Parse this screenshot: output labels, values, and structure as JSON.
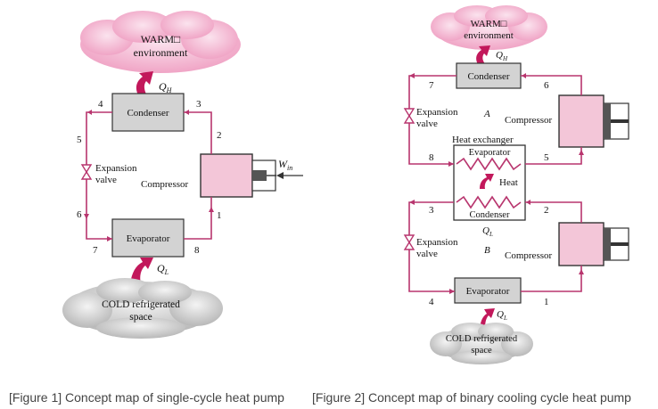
{
  "figure1": {
    "warm_line1": "WARM□",
    "warm_line2": "environment",
    "cold_line1": "COLD refrigerated",
    "cold_line2": "space",
    "qh": "Q",
    "qh_sub": "H",
    "ql": "Q",
    "ql_sub": "L",
    "condenser": "Condenser",
    "evaporator": "Evaporator",
    "compressor": "Compressor",
    "expansion_line1": "Expansion",
    "expansion_line2": "valve",
    "win": "W",
    "win_sub": "in",
    "states": [
      "1",
      "2",
      "3",
      "4",
      "5",
      "6",
      "7",
      "8"
    ],
    "caption": "[Figure 1] Concept map of single-cycle heat pump"
  },
  "figure2": {
    "warm_line1": "WARM□",
    "warm_line2": "environment",
    "cold_line1": "COLD refrigerated",
    "cold_line2": "space",
    "qh": "Q",
    "qh_sub": "H",
    "ql_mid": "Q",
    "ql_mid_sub": "L",
    "ql": "Q",
    "ql_sub": "L",
    "condenser_top": "Condenser",
    "heat_exchanger": "Heat exchanger",
    "evaporator_mid": "Evaporator",
    "heat": "Heat",
    "condenser_mid": "Condenser",
    "evaporator_bottom": "Evaporator",
    "compressor_top": "Compressor",
    "compressor_bottom": "Compressor",
    "expansion_line1": "Expansion",
    "expansion_line2": "valve",
    "cycle_a": "A",
    "cycle_b": "B",
    "states": [
      "1",
      "2",
      "3",
      "4",
      "5",
      "6",
      "7",
      "8"
    ],
    "caption": "[Figure 2] Concept map of binary cooling cycle heat pump"
  }
}
